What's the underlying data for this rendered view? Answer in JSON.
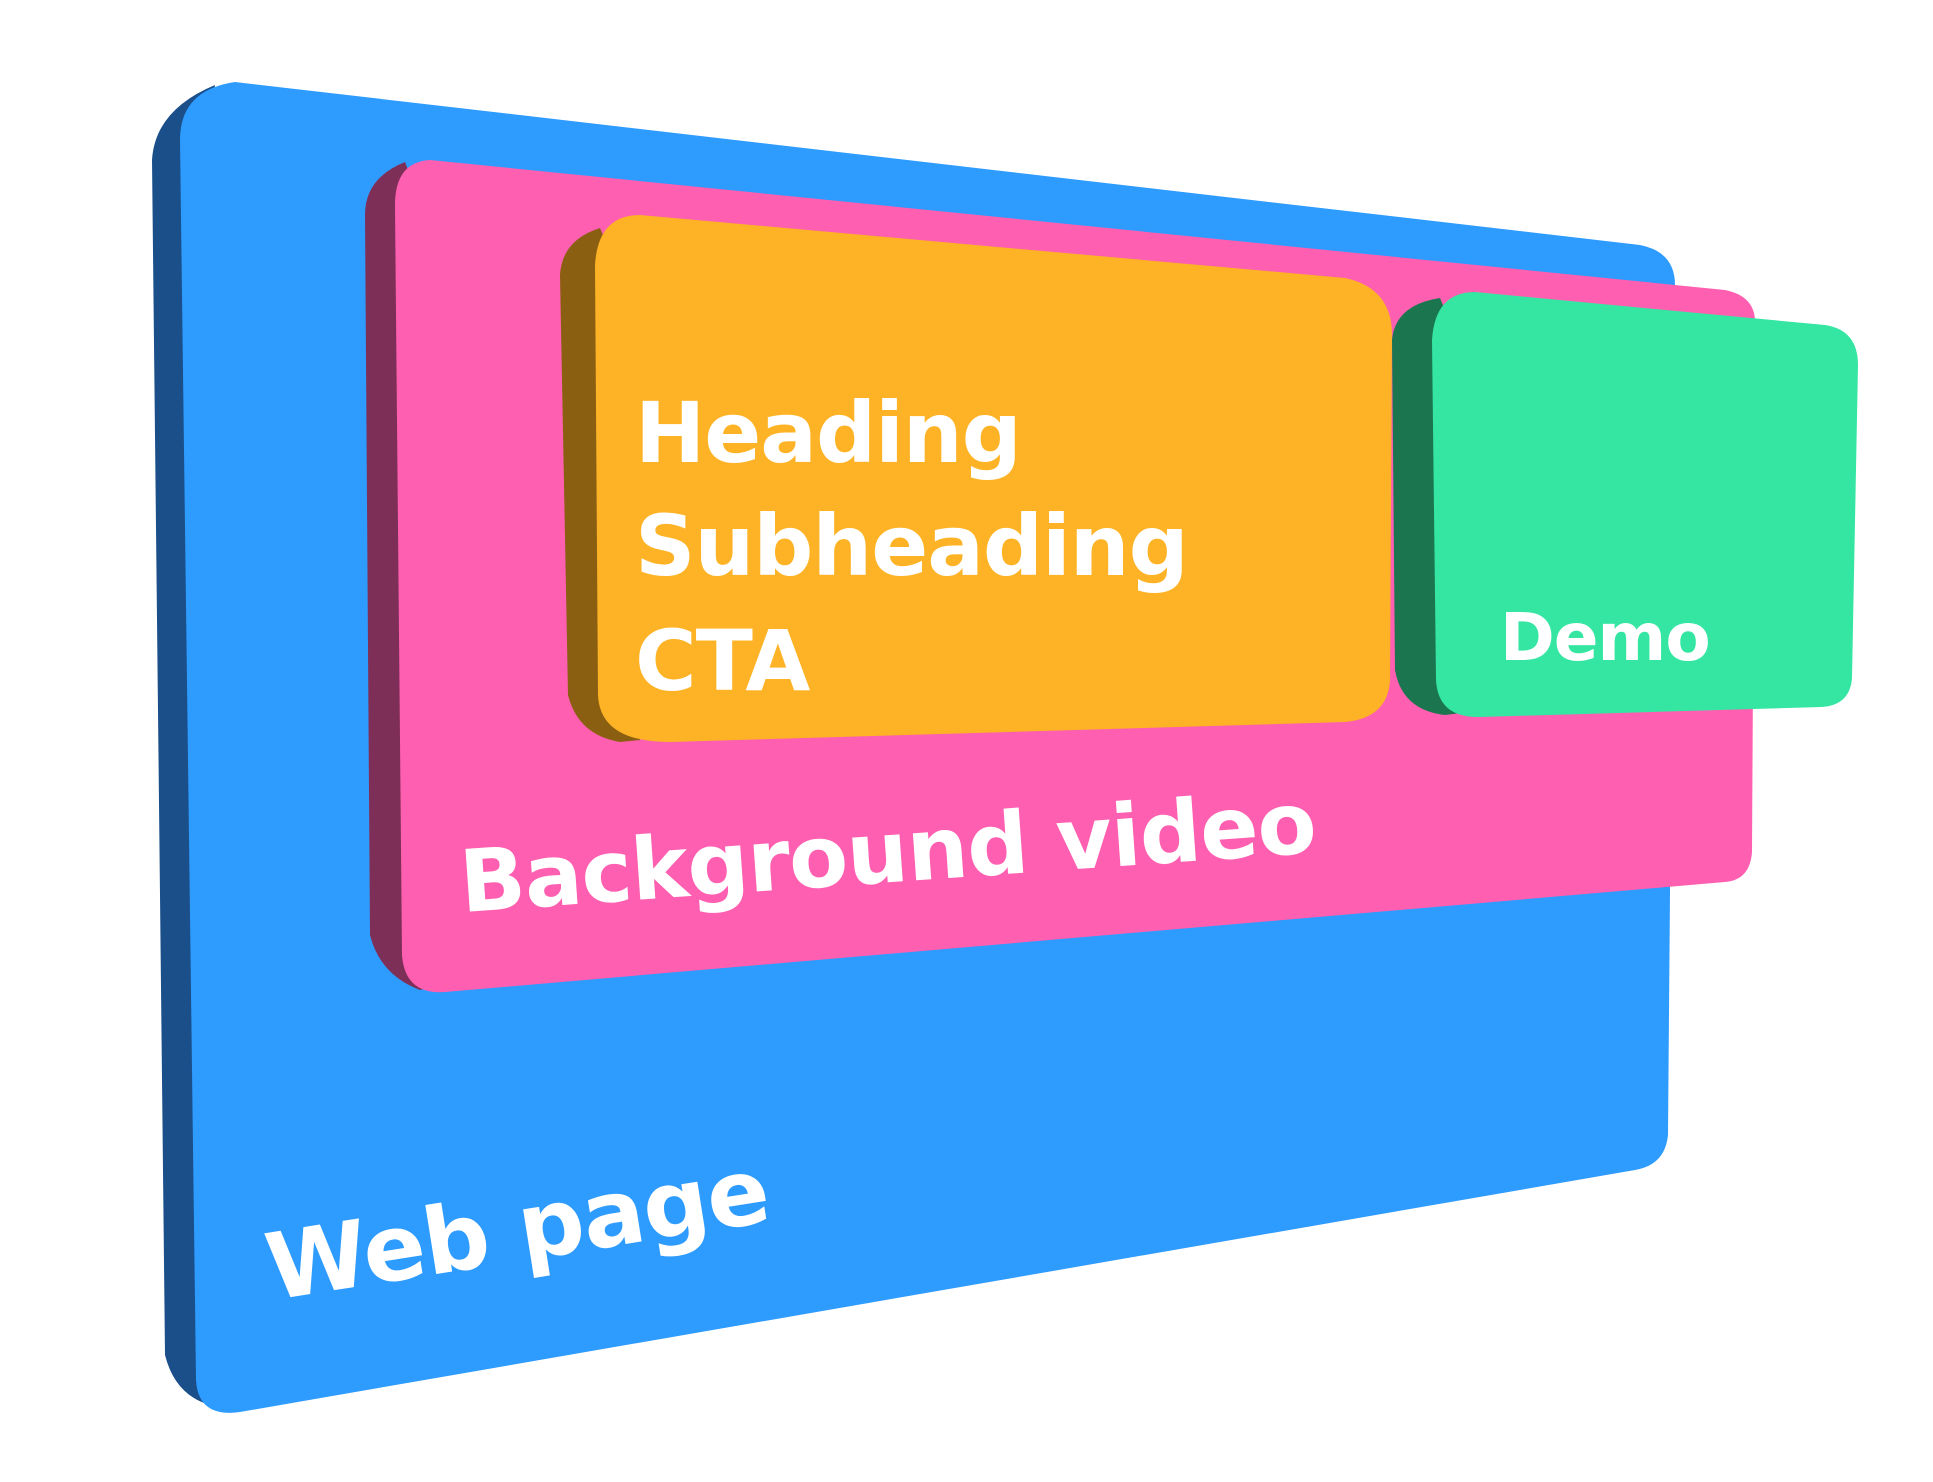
{
  "layers": {
    "web_page": {
      "label": "Web page",
      "color": "#2E9BFF",
      "side_color": "#1A4F8A"
    },
    "background_video": {
      "label": "Background video",
      "color": "#FF5FB0",
      "side_color": "#7E2F58"
    },
    "hero_content": {
      "lines": [
        "Heading",
        "Subheading",
        "CTA"
      ],
      "color": "#FDB325",
      "side_color": "#8A5F12"
    },
    "demo": {
      "label": "Demo",
      "color": "#35E6A3",
      "side_color": "#1B7650"
    }
  }
}
